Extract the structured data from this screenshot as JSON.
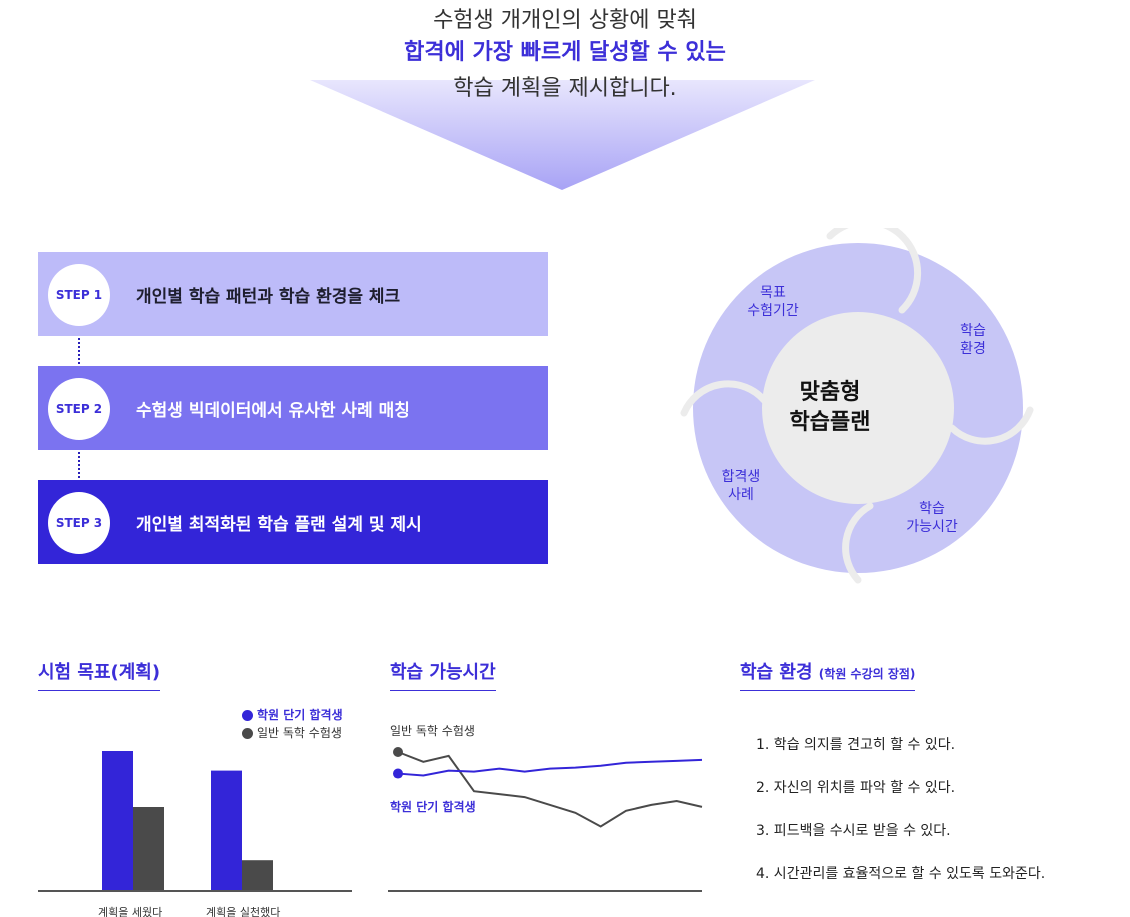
{
  "hero": {
    "line1": "수험생 개개인의 상황에 맞춰",
    "line2": "합격에 가장 빠르게 달성할 수 있는",
    "line3": "학습 계획을 제시합니다."
  },
  "steps": [
    {
      "badge": "STEP 1",
      "text": "개인별 학습 패턴과 학습 환경을 체크"
    },
    {
      "badge": "STEP 2",
      "text": "수험생 빅데이터에서 유사한 사례 매칭"
    },
    {
      "badge": "STEP 3",
      "text": "개인별 최적화된 학습 플랜 설계 및 제시"
    }
  ],
  "cycle": {
    "center_line1": "맞춤형",
    "center_line2": "학습플랜",
    "labels": [
      {
        "line1": "목표",
        "line2": "수험기간"
      },
      {
        "line1": "학습",
        "line2": "환경"
      },
      {
        "line1": "학습",
        "line2": "가능시간"
      },
      {
        "line1": "합격생",
        "line2": "사례"
      }
    ]
  },
  "sections": {
    "goal_title": "시험 목표(계획)",
    "time_title": "학습 가능시간",
    "env_title": "학습 환경",
    "env_subtitle": "(학원 수강의 장점)"
  },
  "colors": {
    "accent": "#3c2fd8",
    "step1": "#bdbbf9",
    "step2": "#7b73f0",
    "step3": "#3325d8",
    "gray_series": "#4a4a4a",
    "ring": "#c7c6f6",
    "center": "#ececec"
  },
  "chart_data": [
    {
      "type": "bar",
      "categories": [
        "계획을 세웠다",
        "계획을 실천했다"
      ],
      "series": [
        {
          "name": "학원 단기 합격생",
          "values": [
            100,
            86
          ]
        },
        {
          "name": "일반 독학 수험생",
          "values": [
            60,
            22
          ]
        }
      ],
      "ylim": [
        0,
        100
      ],
      "legend": "top-right"
    },
    {
      "type": "line",
      "x": [
        0,
        1,
        2,
        3,
        4,
        5,
        6,
        7,
        8,
        9,
        10,
        11,
        12
      ],
      "series": [
        {
          "name": "일반 독학 수험생",
          "values": [
            100,
            90,
            96,
            60,
            57,
            54,
            46,
            38,
            24,
            40,
            46,
            50,
            44
          ]
        },
        {
          "name": "학원 단기 합격생",
          "values": [
            78,
            76,
            81,
            80,
            83,
            80,
            83,
            84,
            86,
            89,
            90,
            91,
            92
          ]
        }
      ],
      "ylim": [
        0,
        110
      ]
    }
  ],
  "env_items": [
    "1. 학습 의지를 견고히 할 수 있다.",
    "2. 자신의 위치를 파악 할 수 있다.",
    "3. 피드백을 수시로 받을 수 있다.",
    "4. 시간관리를 효율적으로 할 수 있도록 도와준다."
  ]
}
